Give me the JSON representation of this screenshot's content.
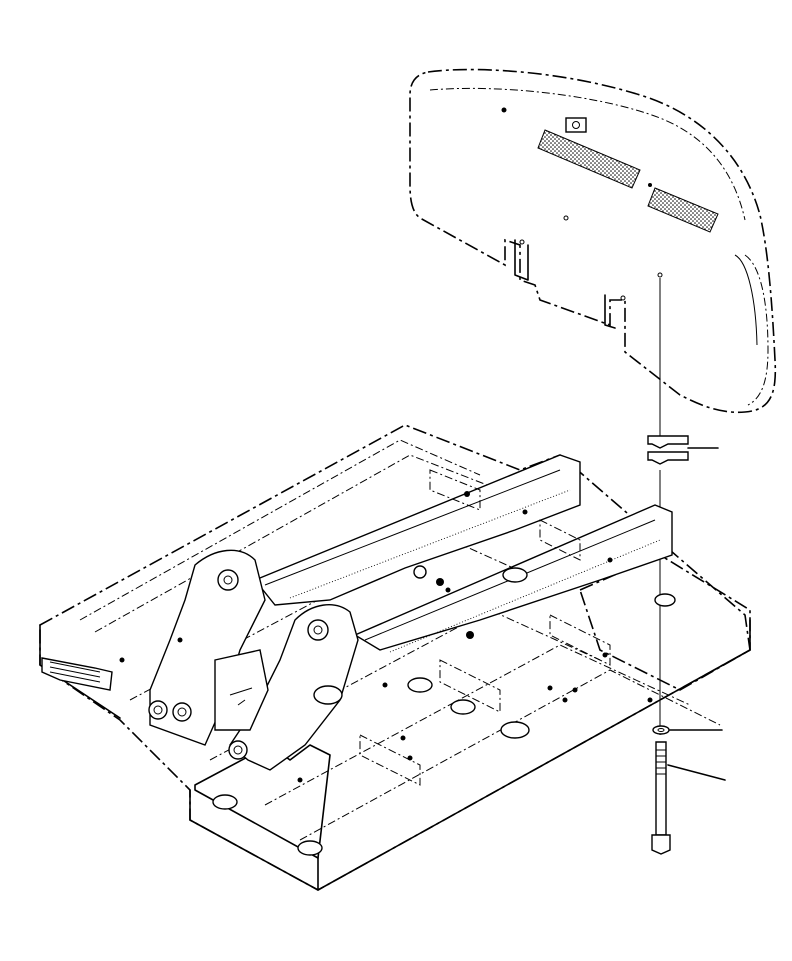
{
  "figure": {
    "parts": [
      {
        "id": "counterweight",
        "icon": "counterweight-icon"
      },
      {
        "id": "shim",
        "icon": "shim-plate-icon"
      },
      {
        "id": "washer",
        "icon": "washer-icon"
      },
      {
        "id": "bolt",
        "icon": "bolt-icon"
      },
      {
        "id": "revolving-frame",
        "icon": "frame-icon"
      }
    ],
    "leader_count": 3,
    "line_color": "#000000",
    "background": "#ffffff"
  }
}
